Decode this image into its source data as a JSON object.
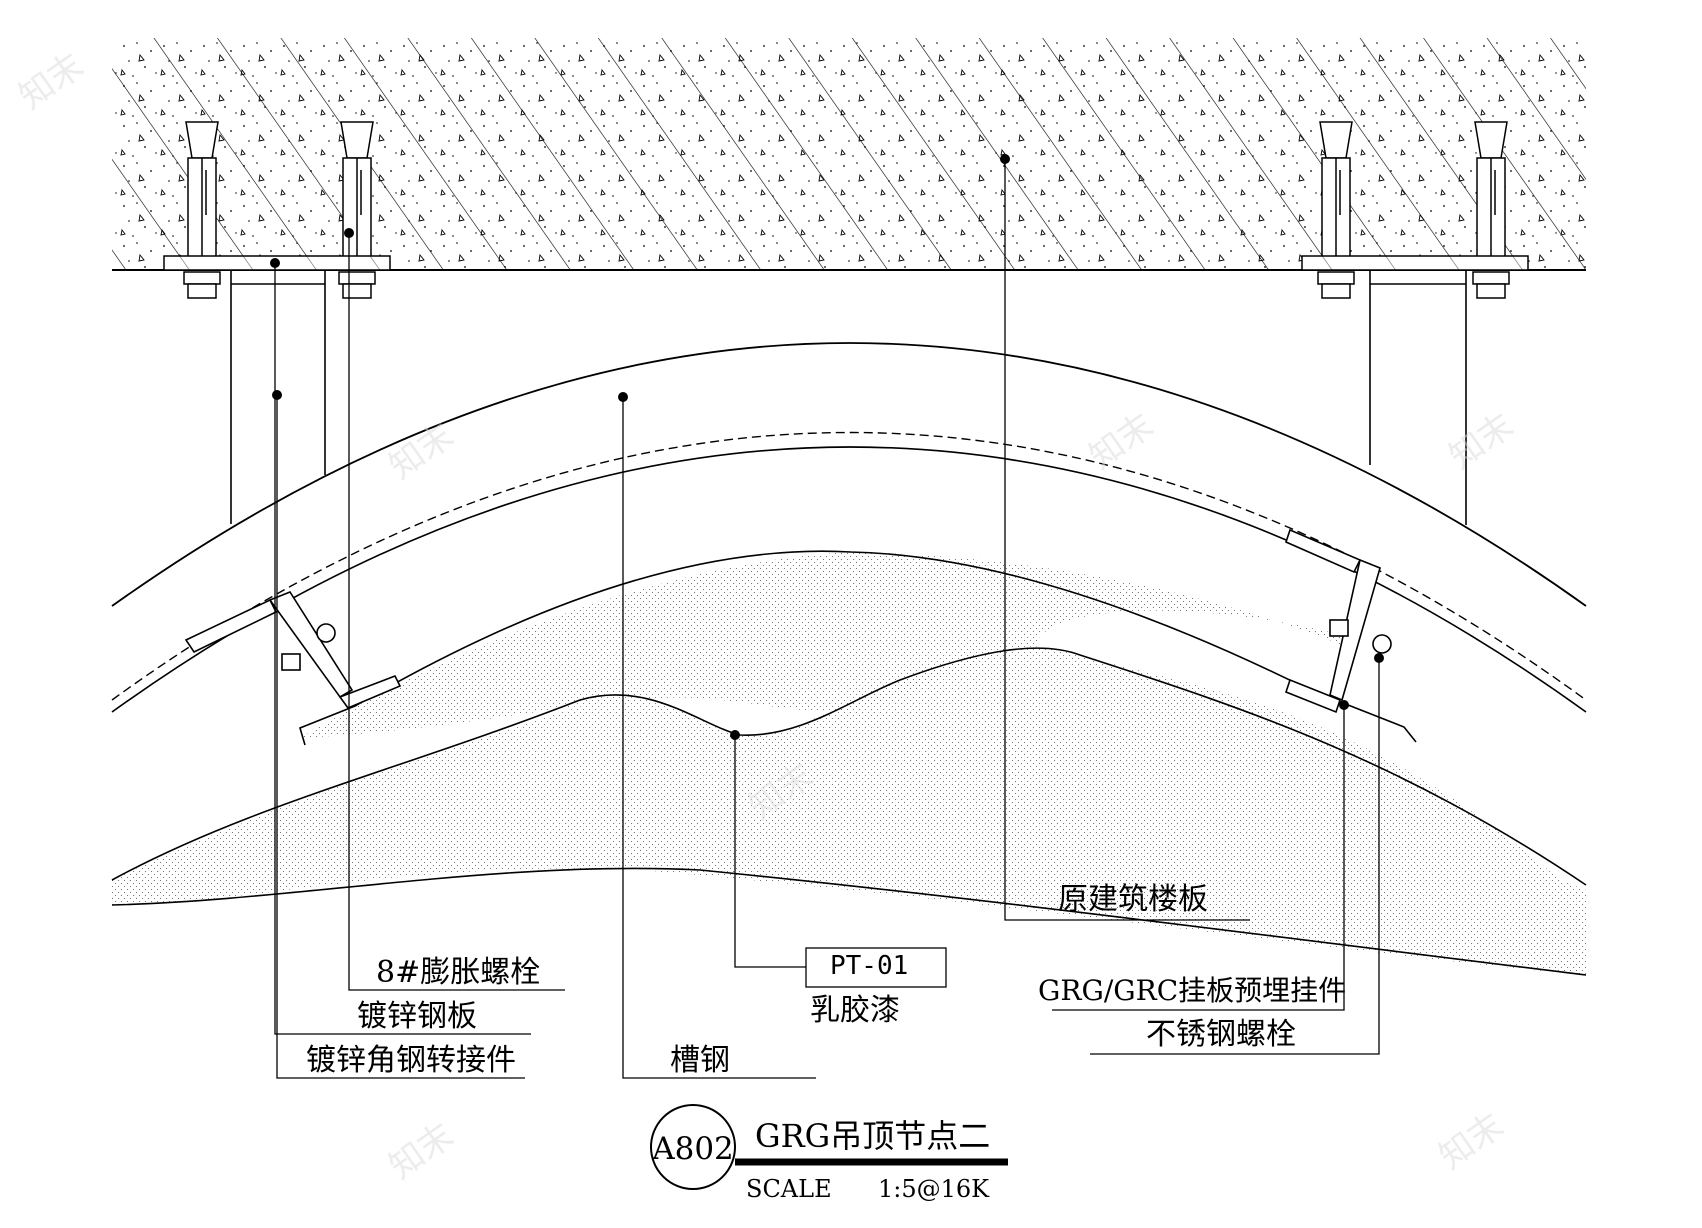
{
  "labels": {
    "expansion_bolt": "8#膨胀螺栓",
    "galvanized_plate": "镀锌钢板",
    "angle_connector": "镀锌角钢转接件",
    "channel_steel": "槽钢",
    "pt_code": "PT-01",
    "latex_paint": "乳胶漆",
    "original_slab": "原建筑楼板",
    "embedded_hanger": "GRG/GRC挂板预埋挂件",
    "stainless_bolt": "不锈钢螺栓"
  },
  "title_block": {
    "code": "A802",
    "title": "GRG吊顶节点二",
    "scale_label": "SCALE",
    "scale_value": "1:5@16K"
  },
  "watermark": "知末"
}
